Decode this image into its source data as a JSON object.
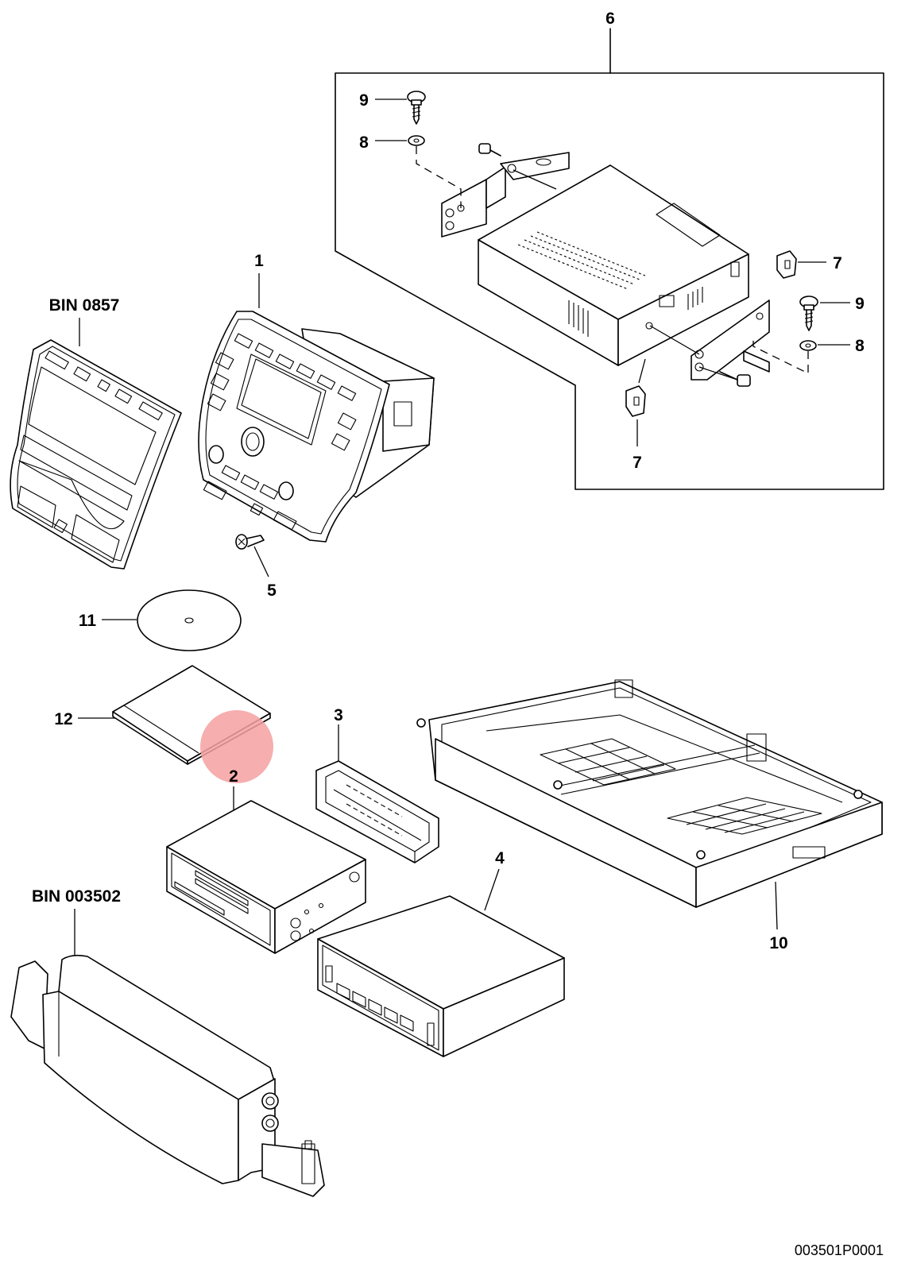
{
  "callouts": {
    "c1": "1",
    "c2": "2",
    "c3": "3",
    "c4": "4",
    "c5": "5",
    "c6": "6",
    "c7a": "7",
    "c7b": "7",
    "c8a": "8",
    "c8b": "8",
    "c9a": "9",
    "c9b": "9",
    "c10": "10",
    "c11": "11",
    "c12": "12"
  },
  "bins": {
    "bin_upper": "BIN 0857",
    "bin_lower": "BIN 003502"
  },
  "reference_code": "003501P0001",
  "highlight_color": "#f4a0a0"
}
